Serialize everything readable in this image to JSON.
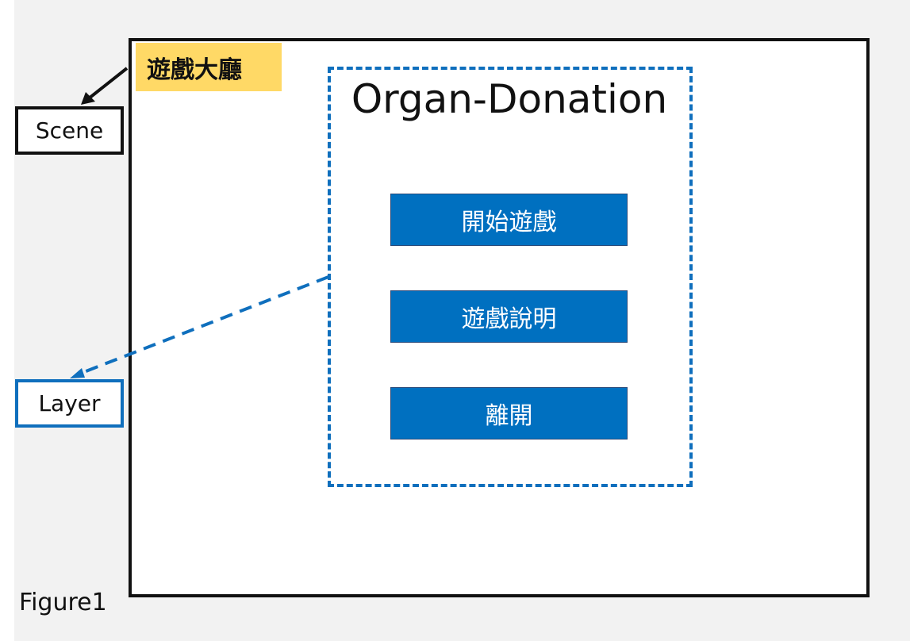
{
  "scene": {
    "title": "遊戲大廳",
    "tag": "Scene"
  },
  "layer": {
    "tag": "Layer",
    "title": "Organ-Donation",
    "buttons": [
      "開始遊戲",
      "遊戲說明",
      "離開"
    ]
  },
  "caption": "Figure1",
  "colors": {
    "scene_border": "#111111",
    "layer_border": "#0f6fbd",
    "button_fill": "#0070c0",
    "title_fill": "#ffd966"
  }
}
